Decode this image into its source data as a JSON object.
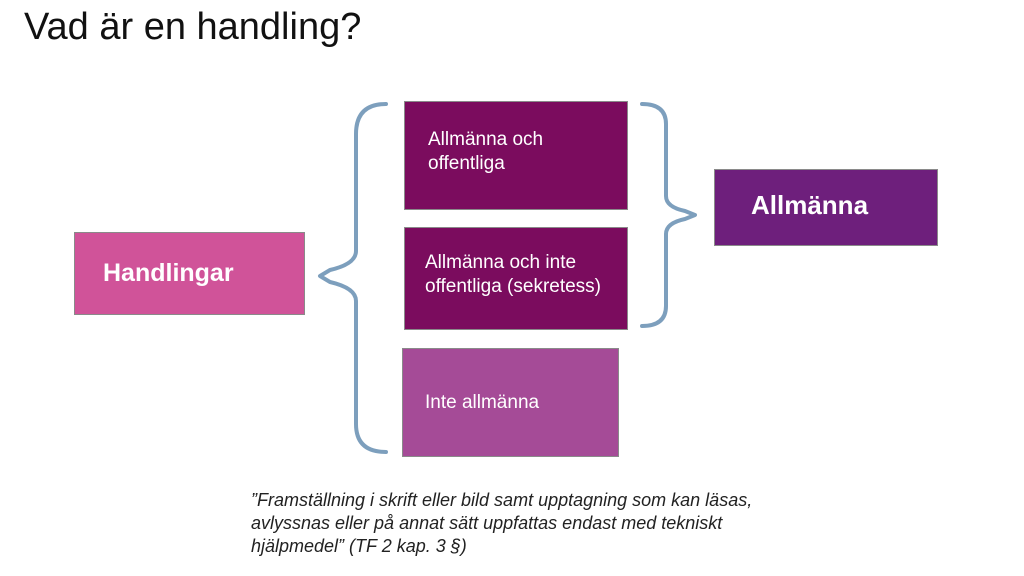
{
  "slide": {
    "title": "Vad är en handling?",
    "quote_line1": "”Framställning i skrift eller bild samt upptagning som kan läsas,",
    "quote_line2": "avlyssnas eller på annat sätt uppfattas endast med tekniskt",
    "quote_line3": "hjälpmedel” (TF 2 kap. 3 §)"
  },
  "diagram": {
    "root": "Handlingar",
    "ao_line1": "Allmänna och",
    "ao_line2": "offentliga",
    "aio_line1": "Allmänna och inte",
    "aio_line2": "offentliga (sekretess)",
    "inte_allmanna": "Inte allmänna",
    "allmanna": "Allmänna"
  },
  "colors": {
    "handlingar": "#d05399",
    "allmanna_och": "#7b0c5e",
    "inte_allmanna": "#a54b97",
    "allmanna": "#6e1f7c",
    "brace": "#7d9fbd"
  }
}
